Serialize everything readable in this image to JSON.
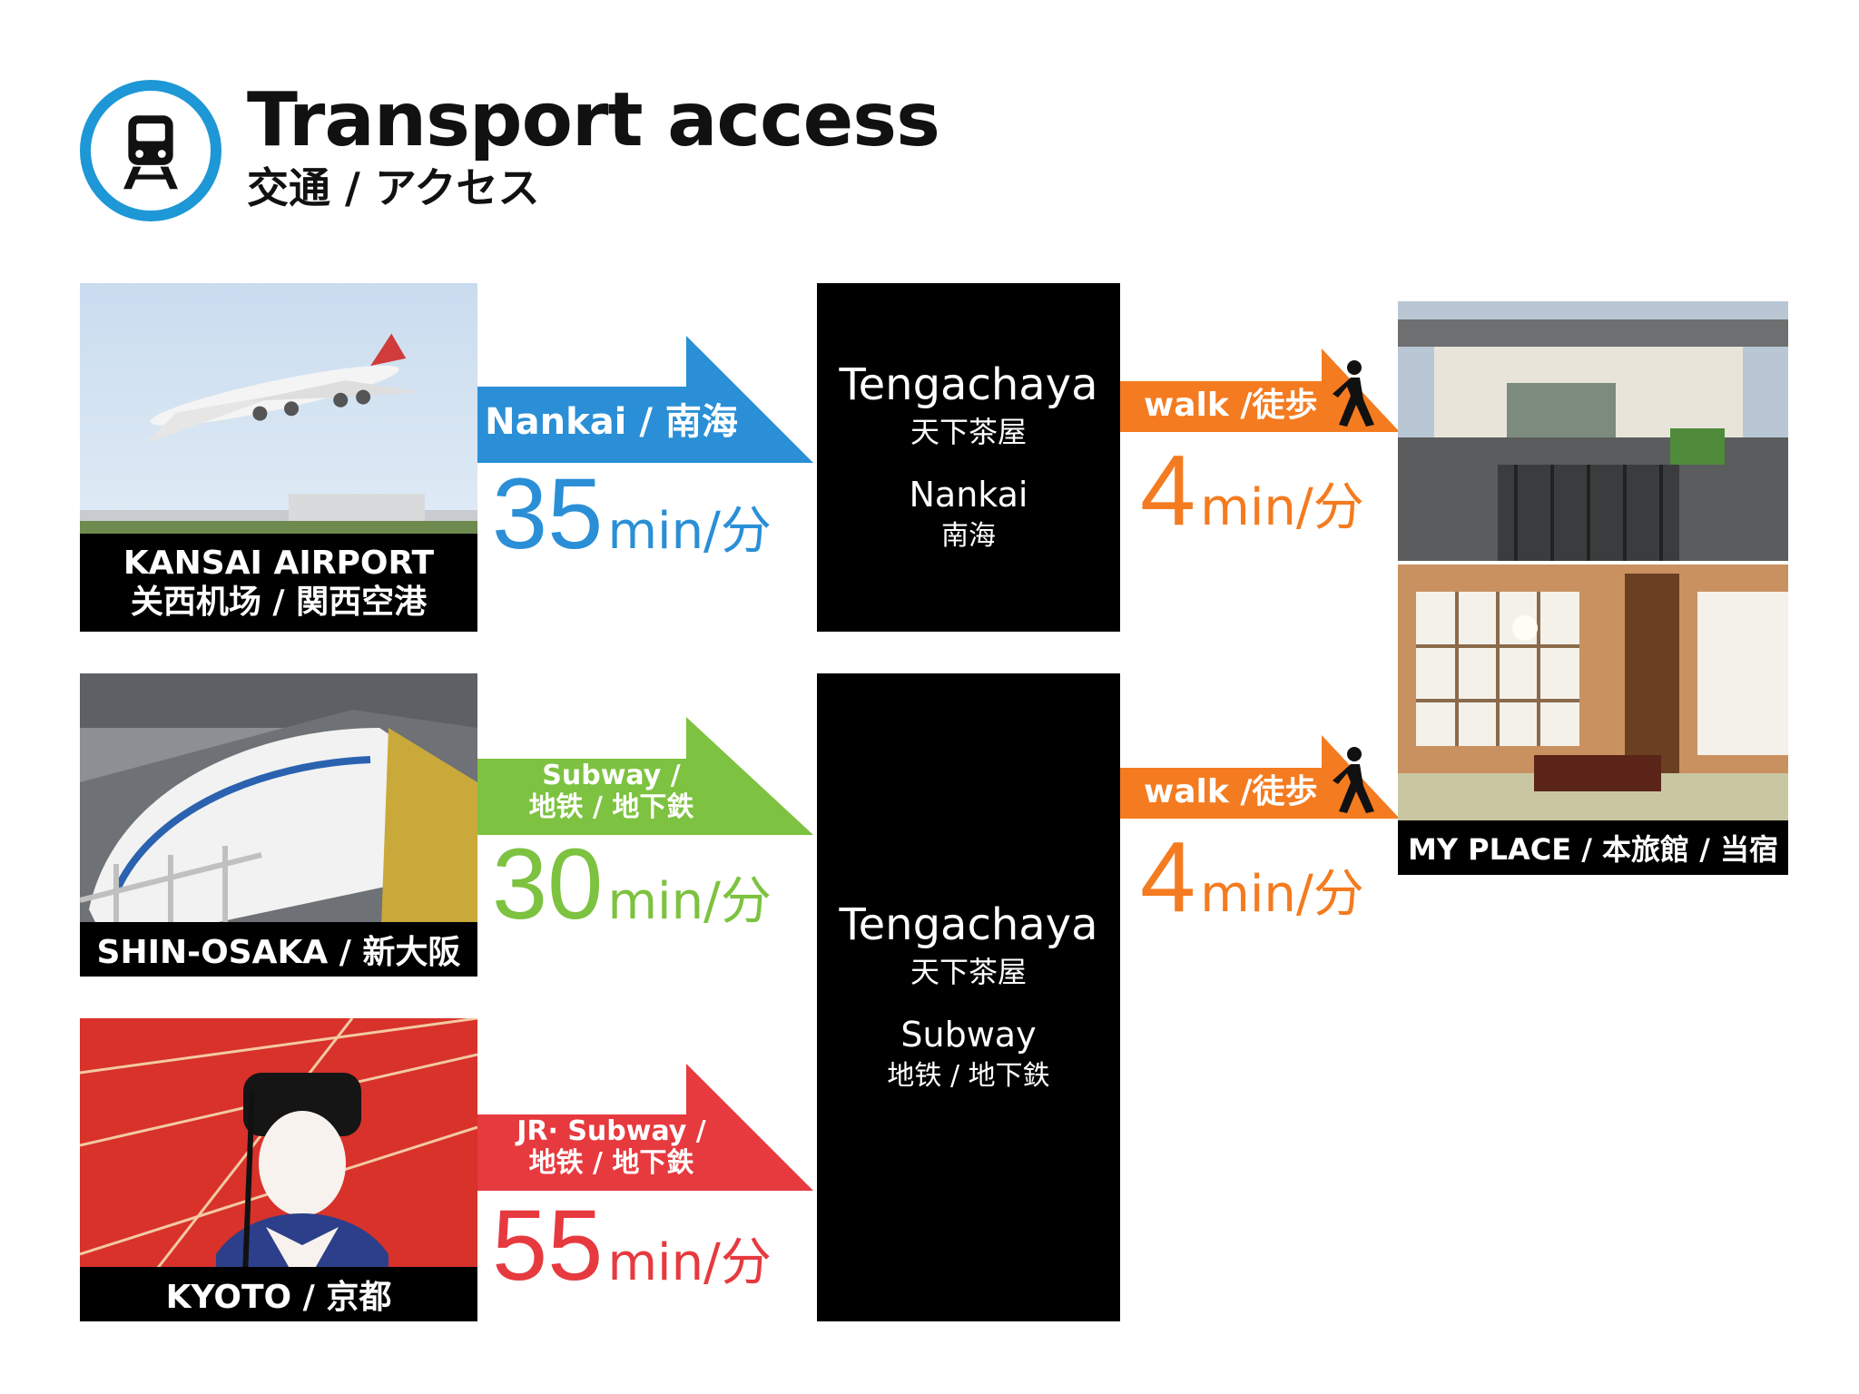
{
  "header": {
    "title": "Transport access",
    "subtitle": "交通 / アクセス",
    "icon": "train-icon",
    "accent": "#1e97d6"
  },
  "origins": [
    {
      "caption_line1": "KANSAI AIRPORT",
      "caption_line2": "关西机场 / 関西空港"
    },
    {
      "caption_line1": "SHIN-OSAKA / 新大阪",
      "caption_line2": ""
    },
    {
      "caption_line1": "KYOTO / 京都",
      "caption_line2": ""
    }
  ],
  "routes": [
    {
      "label_line1": "Nankai / 南海",
      "label_line2": "",
      "minutes": "35",
      "unit": "min/分",
      "color": "#2a8fd6"
    },
    {
      "label_line1": "Subway /",
      "label_line2": "地铁 / 地下鉄",
      "minutes": "30",
      "unit": "min/分",
      "color": "#7dc240"
    },
    {
      "label_line1": "JR· Subway /",
      "label_line2": "地铁 / 地下鉄",
      "minutes": "55",
      "unit": "min/分",
      "color": "#e63a3f"
    }
  ],
  "stations": [
    {
      "name_en": "Tengachaya",
      "name_jp": "天下茶屋",
      "line_en": "Nankai",
      "line_jp": "南海"
    },
    {
      "name_en": "Tengachaya",
      "name_jp": "天下茶屋",
      "line_en": "Subway",
      "line_jp": "地铁 / 地下鉄"
    }
  ],
  "walks": [
    {
      "label": "walk /徒歩",
      "minutes": "4",
      "unit": "min/分",
      "color": "#f47b20"
    },
    {
      "label": "walk /徒歩",
      "minutes": "4",
      "unit": "min/分",
      "color": "#f47b20"
    }
  ],
  "destination": {
    "caption": "MY PLACE / 本旅館 / 当宿"
  }
}
